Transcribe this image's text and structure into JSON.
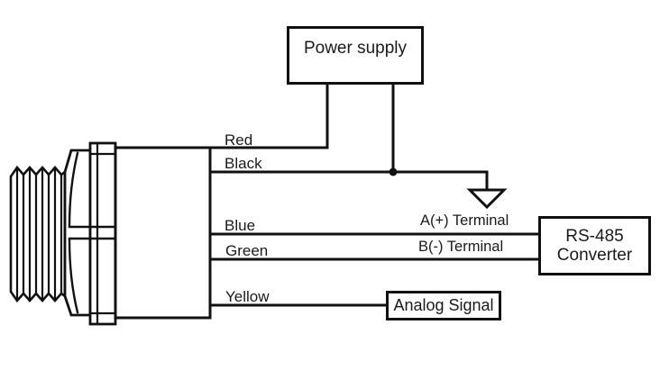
{
  "boxes": {
    "power_supply": "Power supply",
    "rs485_converter": [
      "RS-485",
      "Converter"
    ],
    "analog_signal": "Analog Signal"
  },
  "wires": [
    {
      "label": "Red",
      "connected_to": "Power supply"
    },
    {
      "label": "Black",
      "connected_to": "Power supply / ground"
    },
    {
      "label": "Blue",
      "terminal": "A(+) Terminal",
      "connected_to": "RS-485 Converter"
    },
    {
      "label": "Green",
      "terminal": "B(-) Terminal",
      "connected_to": "RS-485 Converter"
    },
    {
      "label": "Yellow",
      "connected_to": "Analog Signal"
    }
  ],
  "icons": {
    "ground": "earth-ground-symbol",
    "junction": "junction-dot"
  },
  "colors": {
    "ink": "#111111",
    "paper": "#ffffff"
  }
}
